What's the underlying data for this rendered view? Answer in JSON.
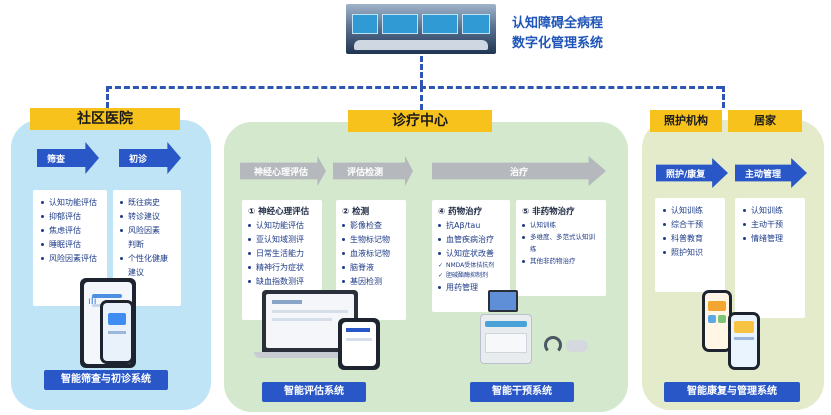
{
  "header": {
    "title_line1": "认知障碍全病程",
    "title_line2": "数字化管理系统"
  },
  "community": {
    "title": "社区医院",
    "arrows": [
      "筛查",
      "初诊"
    ],
    "screening_items": [
      "认知功能评估",
      "抑郁评估",
      "焦虑评估",
      "睡眠评估",
      "风险因素评估"
    ],
    "diagnosis_items": [
      "既往病史",
      "转诊建议",
      "风险因素判断",
      "个性化健康建议"
    ],
    "system": "智能筛查与初诊系统"
  },
  "clinic": {
    "title": "诊疗中心",
    "arrows": [
      "神经心理评估",
      "评估检测",
      "治疗"
    ],
    "card1": {
      "heading": "① 神经心理评估",
      "items": [
        "认知功能评估",
        "亚认知域测评",
        "日常生活能力",
        "精神行为症状",
        "缺血指数测评"
      ]
    },
    "card2": {
      "heading": "② 检测",
      "items": [
        "影像检查",
        "生物标记物",
        "血液标记物",
        "脑脊液",
        "基因检测"
      ]
    },
    "card3": {
      "heading": "④ 药物治疗",
      "items": [
        "抗Aβ/tau",
        "血管疾病治疗",
        "认知症状改善"
      ],
      "checks": [
        "NMDA受体拮抗剂",
        "胆碱酯酶抑制剂"
      ],
      "after": [
        "用药管理"
      ]
    },
    "card4": {
      "heading": "⑤ 非药物治疗",
      "items": [
        "认知训练",
        "多维度、多范式认知训练",
        "其他非药物治疗"
      ]
    },
    "system_left": "智能评估系统",
    "system_right": "智能干预系统"
  },
  "home": {
    "title_left": "照护机构",
    "title_right": "居家",
    "arrows": [
      "照护/康复",
      "主动管理"
    ],
    "care_items": [
      "认知训练",
      "综合干预",
      "科普教育",
      "照护知识"
    ],
    "home_items": [
      "认知训练",
      "主动干预",
      "情绪管理"
    ],
    "system": "智能康复与管理系统"
  },
  "colors": {
    "accent_blue": "#2a57c8",
    "label_yellow": "#f7c21c",
    "community_bg": "#bfe4f5",
    "clinic_bg": "#d3e8cd",
    "home_bg": "#e4ebcb"
  }
}
